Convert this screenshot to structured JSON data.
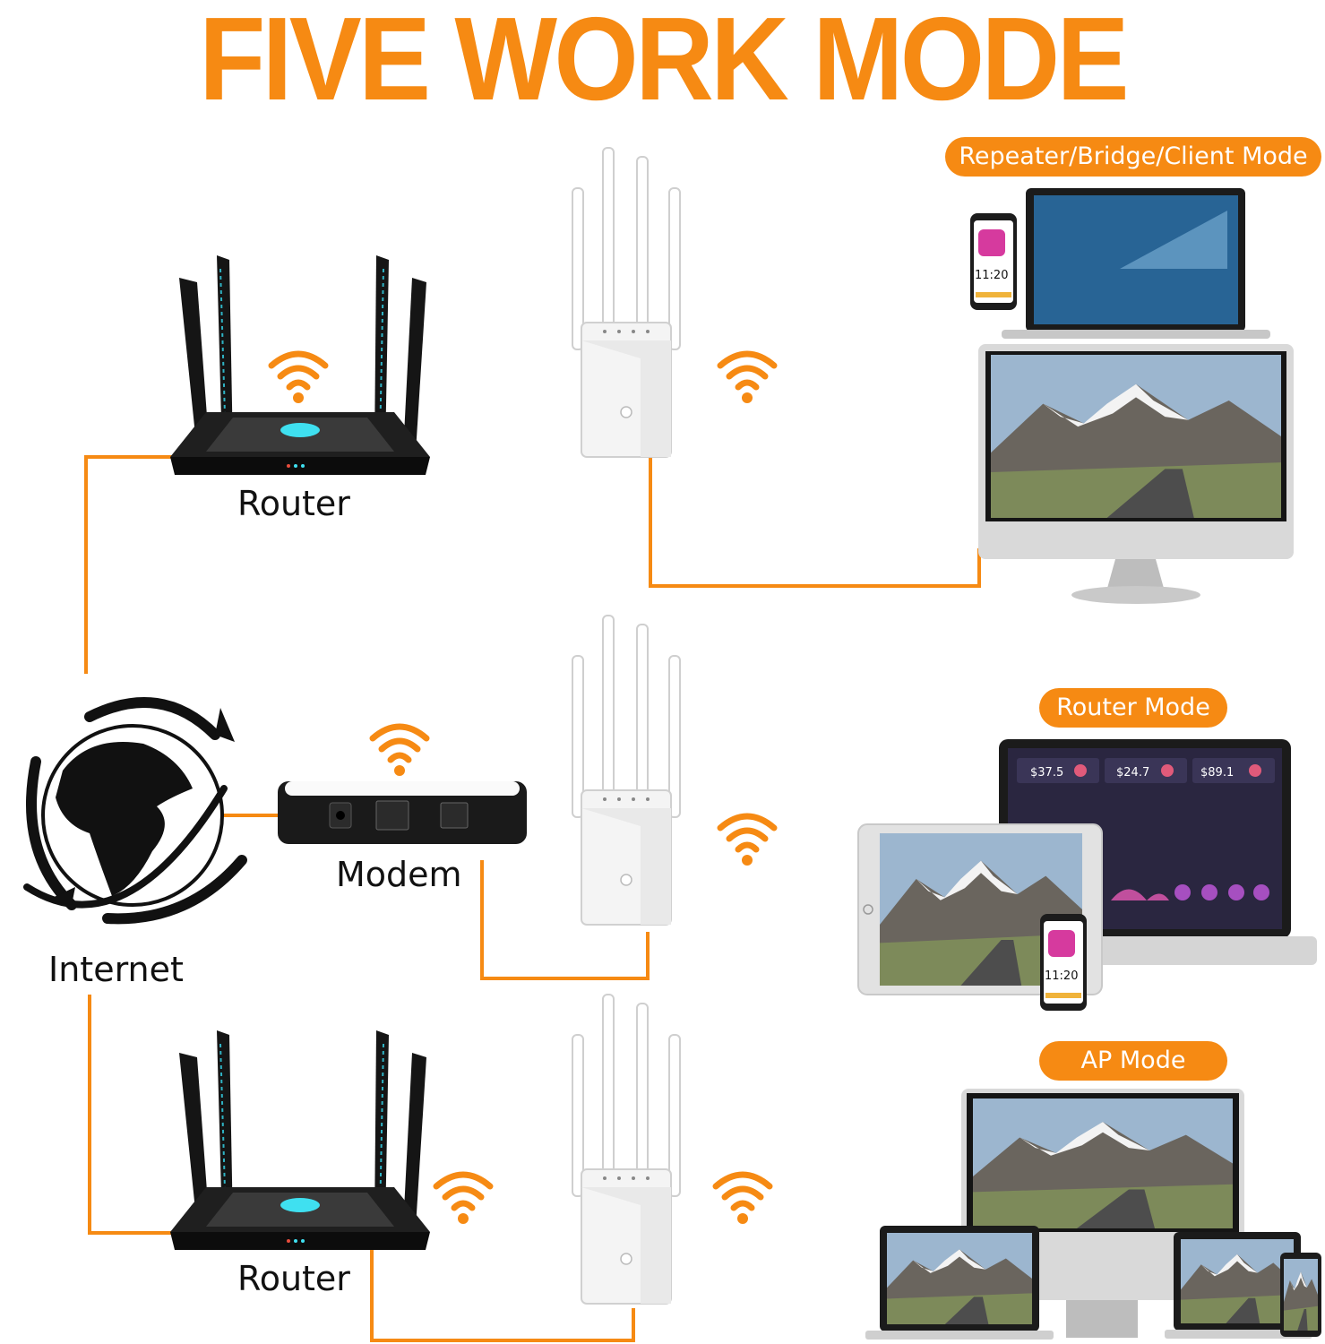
{
  "title": "FIVE WORK MODE",
  "modes": [
    {
      "label": "Repeater/Bridge/Client Mode"
    },
    {
      "label": "Router Mode"
    },
    {
      "label": "AP Mode"
    }
  ],
  "devices": {
    "router_top": "Router",
    "modem": "Modem",
    "internet": "Internet",
    "router_bottom": "Router"
  },
  "screens": {
    "phone_time": "11:20",
    "dashboard_values": [
      "$37.5",
      "$24.7",
      "$89.1"
    ]
  },
  "colors": {
    "accent": "#f68a13",
    "router_body": "#141414",
    "router_led": "#3fe0f0",
    "extender_body": "#f4f4f4"
  },
  "icons": [
    "wifi-icon",
    "globe-icon",
    "router-icon",
    "modem-icon",
    "extender-icon",
    "laptop-icon",
    "monitor-icon",
    "tablet-icon",
    "phone-icon"
  ]
}
